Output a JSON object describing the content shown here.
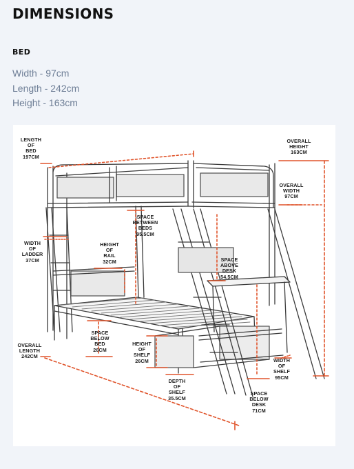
{
  "page": {
    "title": "DIMENSIONS",
    "section": "BED"
  },
  "specs": [
    "Width - 97cm",
    "Length - 242cm",
    "Height - 163cm"
  ],
  "diagram": {
    "accent_color": "#e0542b",
    "labels": {
      "length_of_bed": "LENGTH\nOF\nBED\n197CM",
      "overall_height": "OVERALL\nHEIGHT\n163CM",
      "overall_width": "OVERALL\nWIDTH\n97CM",
      "space_between_beds": "SPACE\nBETWEEN\nBEDS\n95.5CM",
      "width_of_ladder": "WIDTH\nOF\nLADDER\n37CM",
      "height_of_rail": "HEIGHT\nOF\nRAIL\n32CM",
      "space_above_desk": "SPACE\nABOVE\nDESK\n54.5CM",
      "space_below_bed": "SPACE\nBELOW\nBED\n26CM",
      "height_of_shelf": "HEIGHT\nOF\nSHELF\n26CM",
      "overall_length": "OVERALL\nLENGTH\n242CM",
      "width_of_shelf": "WIDTH\nOF\nSHELF\n95CM",
      "depth_of_shelf": "DEPTH\nOF\nSHELF\n35.5CM",
      "space_below_desk": "SPACE\nBELOW\nDESK\n71CM"
    }
  }
}
